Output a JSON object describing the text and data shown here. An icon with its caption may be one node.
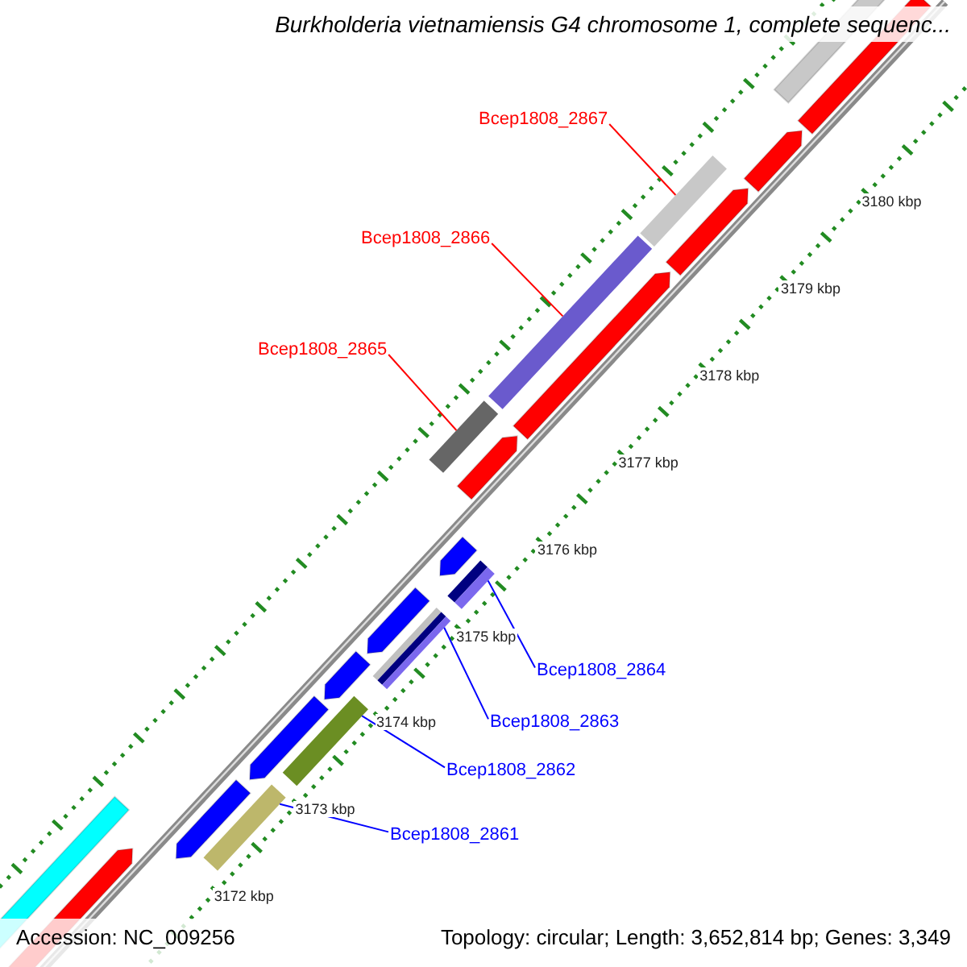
{
  "diagram": {
    "title": "Burkholderia vietnamiensis G4 chromosome 1, complete sequenc...",
    "nodes": [
      {
        "text": [
          "Bcep1808_2867"
        ]
      },
      {
        "text": [
          "Bcep1808_2866"
        ]
      },
      {
        "text": [
          "Bcep1808_2865"
        ]
      },
      {
        "text": [
          "Bcep1808_2864"
        ]
      },
      {
        "text": [
          "Bcep1808_2863"
        ]
      },
      {
        "text": [
          "Bcep1808_2862"
        ]
      },
      {
        "text": [
          "Bcep1808_2861"
        ]
      },
      {
        "text": [],
        "shape": "bar"
      },
      {
        "text": [],
        "shape": "bar"
      },
      {
        "text": [],
        "shape": "bar"
      },
      {
        "text": [],
        "shape": "bar"
      },
      {
        "text": [],
        "shape": "bar"
      },
      {
        "text": [],
        "shape": "bar"
      },
      {
        "text": [],
        "shape": "bar"
      }
    ],
    "edges": [
      {
        "from": 0,
        "to": 7,
        "arrow": "none",
        "color": "#ff0000"
      },
      {
        "from": 1,
        "to": 8,
        "arrow": "none",
        "color": "#ff0000"
      },
      {
        "from": 2,
        "to": 9,
        "arrow": "none",
        "color": "#ff0000"
      },
      {
        "from": 3,
        "to": 10,
        "arrow": "none"
      },
      {
        "from": 4,
        "to": 11,
        "arrow": "none"
      },
      {
        "from": 5,
        "to": 12,
        "arrow": "none"
      },
      {
        "from": 6,
        "to": 13,
        "arrow": "none"
      }
    ],
    "labels": [
      "3180 kbp",
      "3179 kbp",
      "3178 kbp",
      "3177 kbp",
      "3176 kbp",
      "3175 kbp",
      "3174 kbp",
      "3173 kbp",
      "3172 kbp",
      "Accession: NC_009256",
      "Topology: circular; Length: 3,652,814 bp; Genes: 3,349"
    ]
  }
}
